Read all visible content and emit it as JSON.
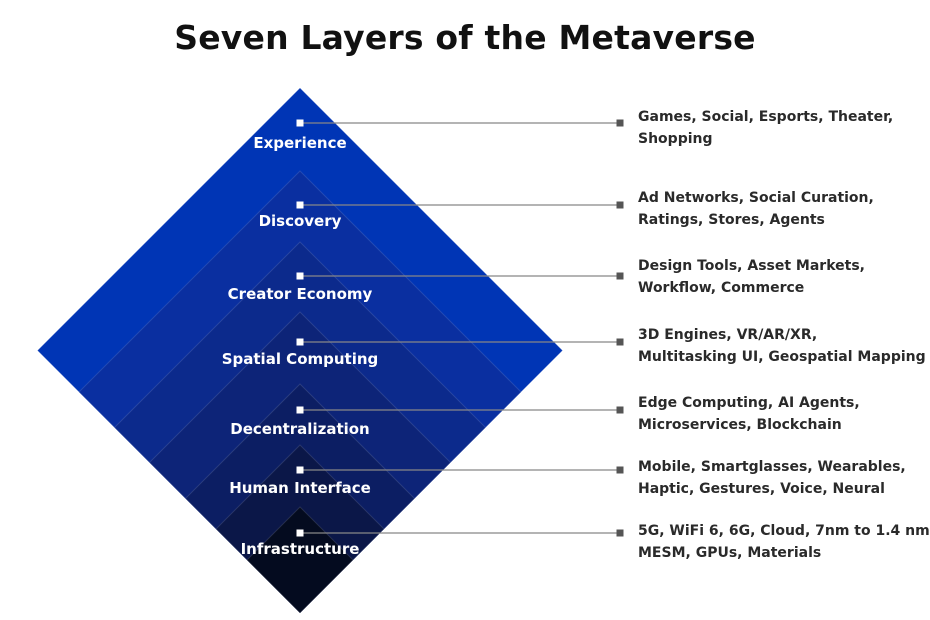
{
  "title": "Seven Layers of the Metaverse",
  "colors": {
    "layers": [
      "#0035b5",
      "#0a2fa0",
      "#0c2a8c",
      "#0d2478",
      "#0c1e63",
      "#0b1748",
      "#040b1f"
    ],
    "connector": "#888888",
    "title": "#111111",
    "text": "#2a2a2a"
  },
  "layers": [
    {
      "label": "Experience",
      "description": [
        "Games, Social, Esports, Theater,",
        "Shopping"
      ]
    },
    {
      "label": "Discovery",
      "description": [
        "Ad Networks, Social Curation,",
        "Ratings, Stores, Agents"
      ]
    },
    {
      "label": "Creator Economy",
      "description": [
        "Design Tools, Asset Markets,",
        "Workflow, Commerce"
      ]
    },
    {
      "label": "Spatial Computing",
      "description": [
        "3D Engines, VR/AR/XR,",
        "Multitasking UI, Geospatial Mapping"
      ]
    },
    {
      "label": "Decentralization",
      "description": [
        "Edge Computing, AI Agents,",
        "Microservices, Blockchain"
      ]
    },
    {
      "label": "Human Interface",
      "description": [
        "Mobile, Smartglasses, Wearables,",
        "Haptic, Gestures, Voice, Neural"
      ]
    },
    {
      "label": "Infrastructure",
      "description": [
        "5G, WiFi 6, 6G, Cloud, 7nm to 1.4 nm,",
        "MESM, GPUs, Materials"
      ]
    }
  ]
}
